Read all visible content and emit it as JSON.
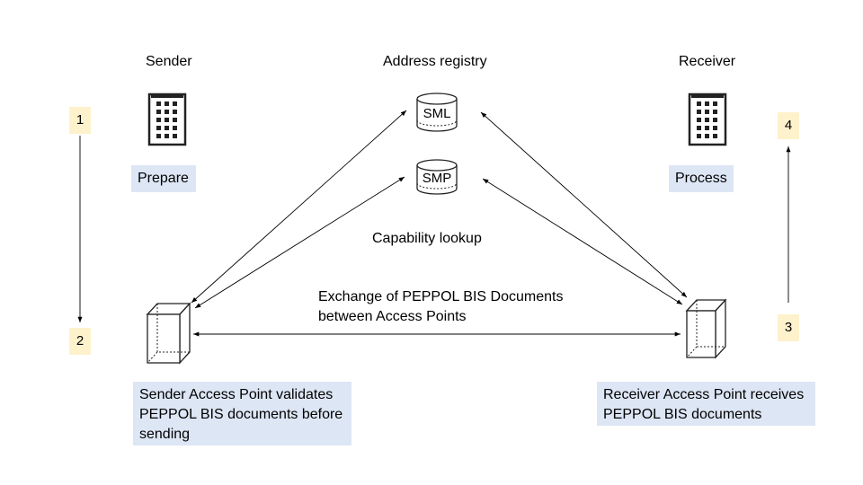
{
  "columns": {
    "sender": "Sender",
    "registry": "Address registry",
    "receiver": "Receiver"
  },
  "steps": {
    "prepare": "Prepare",
    "process": "Process",
    "capability": "Capability lookup",
    "exchange_line1": "Exchange of PEPPOL BIS Documents",
    "exchange_line2": "between Access Points"
  },
  "registry_dbs": {
    "sml": "SML",
    "smp": "SMP"
  },
  "access_points": {
    "sender_line1": "Sender Access Point validates",
    "sender_line2": "PEPPOL BIS documents before",
    "sender_line3": "sending",
    "receiver_line1": "Receiver Access Point receives",
    "receiver_line2": "PEPPOL BIS documents"
  },
  "step_numbers": [
    "1",
    "2",
    "3",
    "4"
  ],
  "colors": {
    "label_box": "#dde6f5",
    "number_box": "#fdf2cc",
    "line": "#000000"
  }
}
